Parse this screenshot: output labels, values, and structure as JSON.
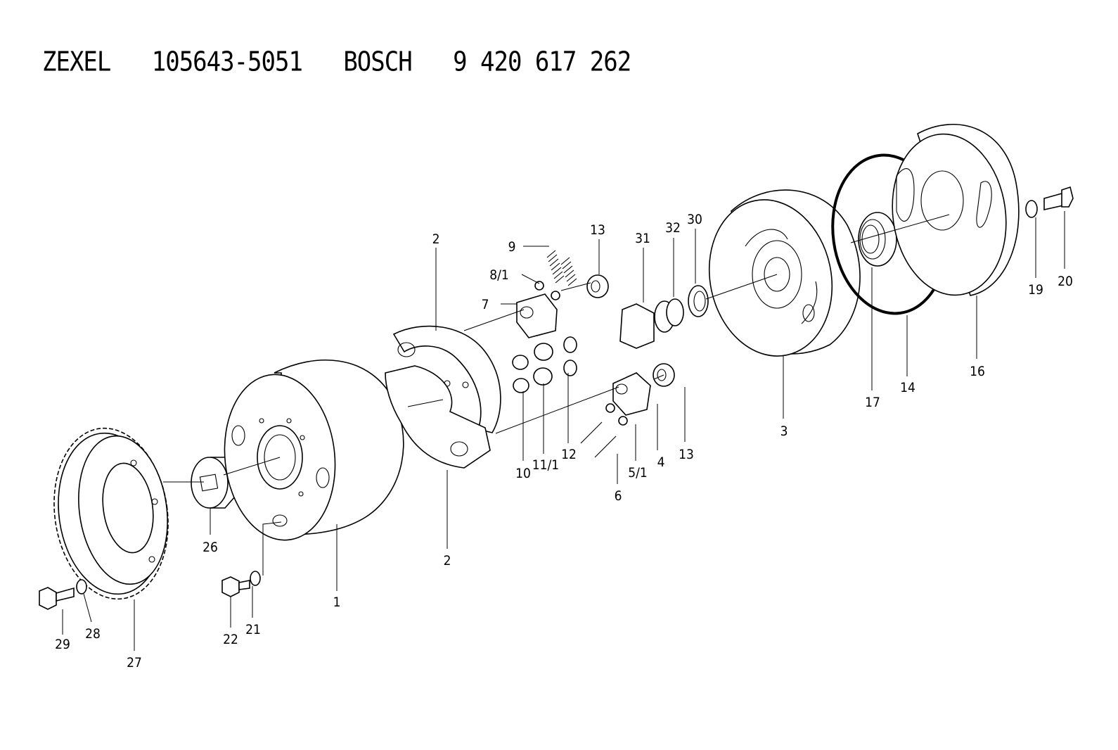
{
  "header": {
    "title": "ZEXEL   105643-5051   BOSCH   9 420 617 262"
  },
  "callouts": [
    {
      "id": "2",
      "text": "2"
    },
    {
      "id": "9",
      "text": "9"
    },
    {
      "id": "8-1",
      "text": "8/1"
    },
    {
      "id": "7",
      "text": "7"
    },
    {
      "id": "13-top",
      "text": "13"
    },
    {
      "id": "31",
      "text": "31"
    },
    {
      "id": "32",
      "text": "32"
    },
    {
      "id": "30",
      "text": "30"
    },
    {
      "id": "19",
      "text": "19"
    },
    {
      "id": "20",
      "text": "20"
    },
    {
      "id": "16",
      "text": "16"
    },
    {
      "id": "17",
      "text": "17"
    },
    {
      "id": "14",
      "text": "14"
    },
    {
      "id": "3",
      "text": "3"
    },
    {
      "id": "13-bottom",
      "text": "13"
    },
    {
      "id": "4",
      "text": "4"
    },
    {
      "id": "5-1",
      "text": "5/1"
    },
    {
      "id": "6",
      "text": "6"
    },
    {
      "id": "12",
      "text": "12"
    },
    {
      "id": "11-1",
      "text": "11/1"
    },
    {
      "id": "10",
      "text": "10"
    },
    {
      "id": "2-bottom",
      "text": "2"
    },
    {
      "id": "1",
      "text": "1"
    },
    {
      "id": "26",
      "text": "26"
    },
    {
      "id": "21",
      "text": "21"
    },
    {
      "id": "22",
      "text": "22"
    },
    {
      "id": "28",
      "text": "28"
    },
    {
      "id": "29",
      "text": "29"
    },
    {
      "id": "27",
      "text": "27"
    }
  ]
}
